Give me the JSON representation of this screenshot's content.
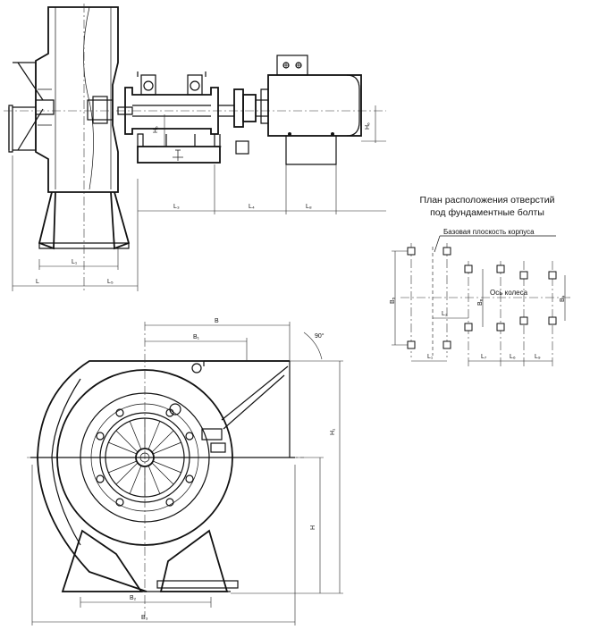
{
  "side_view": {
    "labels": {
      "L": "L",
      "L5": "L₅",
      "L1": "L₁",
      "L3": "L₃",
      "L4": "L₄",
      "L8": "L₈",
      "H5": "H₅",
      "H6": "H₆"
    }
  },
  "front_view": {
    "labels": {
      "B": "B",
      "B1": "B₁",
      "B2": "B₂",
      "B3": "B₃",
      "H": "H",
      "H1": "H₁"
    },
    "angle": "90°"
  },
  "hole_plan": {
    "title_line1": "План расположения отверстий",
    "title_line2": "под фундаментные болты",
    "base_plane": "Базовая плоскость корпуса",
    "wheel_axis": "Ось колеса",
    "labels": {
      "B5": "B₅",
      "B6": "B₆",
      "B4": "B₄",
      "L1": "L₁",
      "L2": "L₂",
      "L7": "L₇",
      "L6": "L₆",
      "L9": "L₉"
    }
  }
}
